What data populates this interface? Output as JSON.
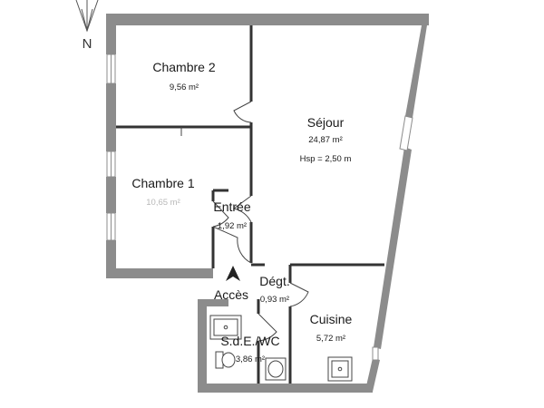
{
  "compass": {
    "label": "N"
  },
  "rooms": {
    "chambre2": {
      "name": "Chambre 2",
      "area": "9,56 m²"
    },
    "sejour": {
      "name": "Séjour",
      "area": "24,87 m²",
      "height": "Hsp = 2,50 m"
    },
    "chambre1": {
      "name": "Chambre 1",
      "area": "10,65 m²"
    },
    "entree": {
      "name": "Entrée",
      "area": "1,92 m²"
    },
    "degt": {
      "name": "Dégt.",
      "area": "0,93 m²"
    },
    "cuisine": {
      "name": "Cuisine",
      "area": "5,72 m²"
    },
    "sde": {
      "name": "S.d.E./WC",
      "area": "3,86 m²"
    }
  },
  "access": {
    "label": "Accès"
  },
  "colors": {
    "wall": "#8c8c8c",
    "line": "#333333",
    "background": "#ffffff"
  }
}
